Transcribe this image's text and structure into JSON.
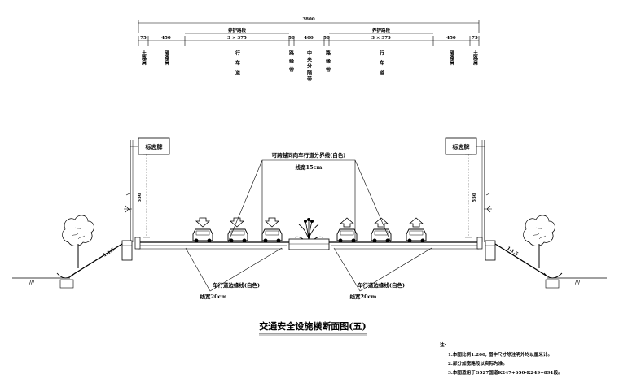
{
  "total_width": "3800",
  "guard_zone": "养护路段",
  "dims": {
    "shoulder": "75",
    "hard_shoulder": "450",
    "lanes": "3 × 375",
    "edge_strip": "50",
    "median": "400"
  },
  "zones": {
    "soil_shoulder": "土路肩",
    "hard_shoulder": "硬路肩",
    "carriageway": "行车道",
    "edge_strip": "路缘带",
    "median": "中央分隔带"
  },
  "sign_label": "标志牌",
  "sign_height": "550",
  "slope": "1:1.5",
  "marking_top": {
    "name": "可跨越同向车行道分界线(白色)",
    "width": "线宽15cm"
  },
  "marking_left": {
    "name": "车行道边缘线(白色)",
    "width": "线宽20cm"
  },
  "marking_right": {
    "name": "车行道边缘线(白色)",
    "width": "线宽20cm"
  },
  "ground_left": "///",
  "ground_right": "///",
  "drawing_title": "交通安全设施横断面图(五)",
  "notes_heading": "注:",
  "notes": [
    "1.本图比例1:200, 图中尺寸除注明外均以厘米计。",
    "2.部分加宽路段以实际为准。",
    "3.本图适用于G527国道K247+650-K249+891段。"
  ]
}
